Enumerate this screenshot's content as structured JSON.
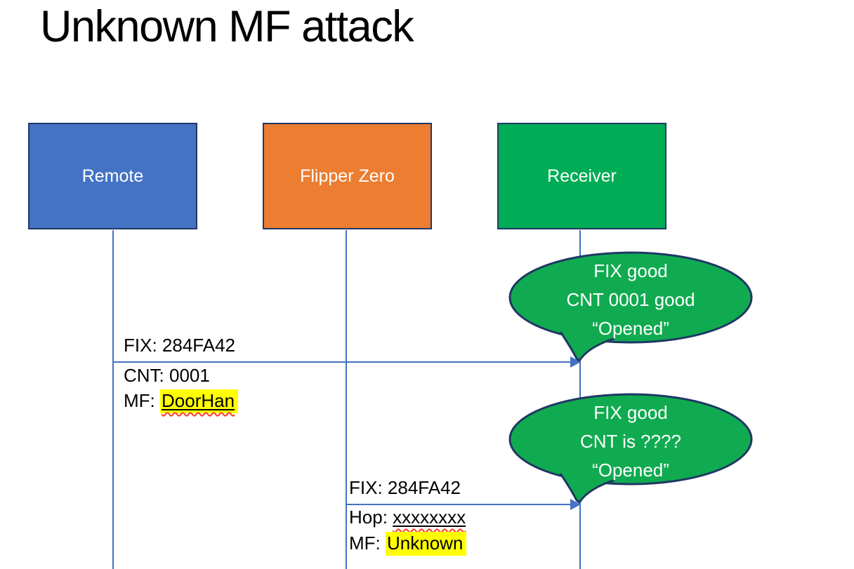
{
  "title": "Unknown MF attack",
  "colors": {
    "remote_fill": "#4573C4",
    "flipper_fill": "#EC7D31",
    "receiver_fill": "#00AC55",
    "bubble_fill": "#10AB50",
    "shape_border": "#1F3864",
    "line_blue": "#4472C4",
    "highlight_yellow": "#FFFF00",
    "squiggle_red": "#FF3B24"
  },
  "actors": [
    {
      "id": "remote",
      "label": "Remote"
    },
    {
      "id": "flipper-zero",
      "label": "Flipper Zero"
    },
    {
      "id": "receiver",
      "label": "Receiver"
    }
  ],
  "messages": [
    {
      "from": "Remote",
      "to": "Receiver",
      "label_above": "FIX: 284FA42",
      "label_below_1": "CNT: 0001",
      "label_below_2_prefix": "MF: ",
      "label_below_2_value": "DoorHan"
    },
    {
      "from": "Flipper Zero",
      "to": "Receiver",
      "label_above": "FIX: 284FA42",
      "label_below_1_prefix": "Hop: ",
      "label_below_1_value": "xxxxxxxx",
      "label_below_2_prefix": "MF: ",
      "label_below_2_value": "Unknown"
    }
  ],
  "callouts": [
    {
      "line1": "FIX good",
      "line2": "CNT 0001 good",
      "line3": "“Opened”"
    },
    {
      "line1": "FIX good",
      "line2": "CNT is ????",
      "line3": "“Opened”"
    }
  ]
}
